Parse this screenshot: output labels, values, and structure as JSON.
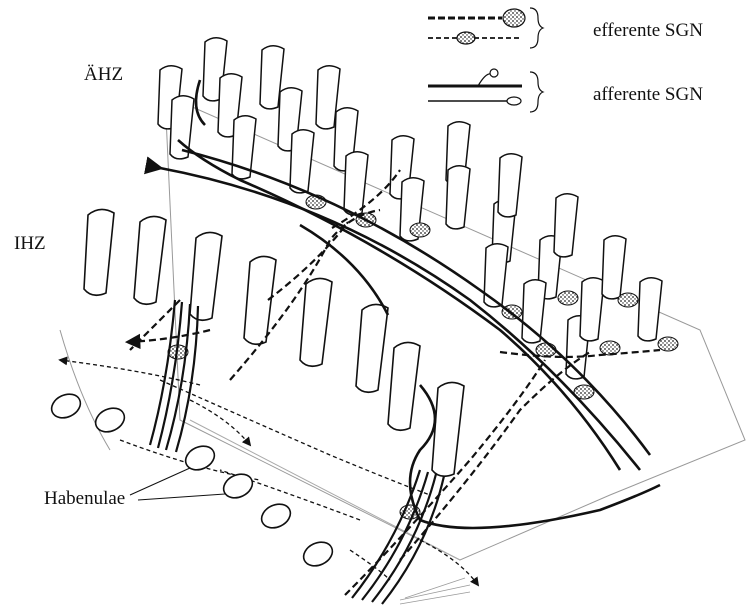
{
  "labels": {
    "outer_hair_cells": "ÄHZ",
    "inner_hair_cells": "IHZ",
    "habenulae": "Habenulae"
  },
  "legend": {
    "efferent": "efferente SGN",
    "afferent": "afferente SGN"
  },
  "colors": {
    "ink": "#111111",
    "paper": "#ffffff"
  }
}
